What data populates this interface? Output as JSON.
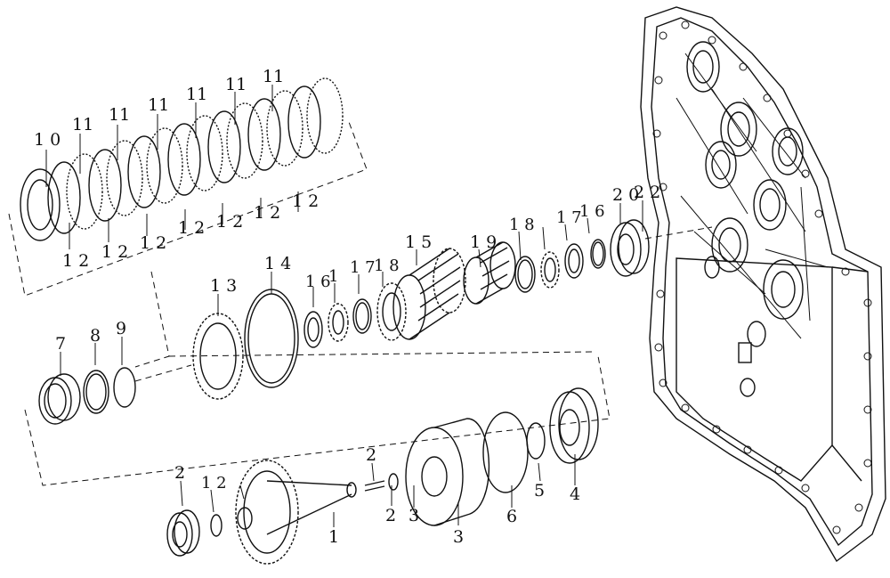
{
  "callouts": {
    "c_1_0": "1 0",
    "c_11_a": "11",
    "c_11_b": "11",
    "c_11_c": "11",
    "c_11_d": "11",
    "c_11_e": "11",
    "c_11_f": "11",
    "c_1_2_a": "1 2",
    "c_1_2_b": "1 2",
    "c_1_2_c": "1 2",
    "c_1_2_d": "1 2",
    "c_1_2_e": "1 2",
    "c_1_2_f": "1 2",
    "c_1_2_g": "1 2",
    "c_1_3": "1 3",
    "c_1_4": "1 4",
    "c_1_6": "1 6",
    "c_1_7": "1 7",
    "c_1_8_mid": "1 8",
    "c_1_5": "1 5",
    "c_1_9": "1 9",
    "c_1_8_right": "1 8",
    "c_1_7_right": "1 7",
    "c_1_6_right": "1 6",
    "c_2_0": "2 0",
    "c_2_2": "2 2",
    "c_7": "7",
    "c_8": "8",
    "c_9": "9",
    "c_2_left": "2",
    "c_1_2_low": "1 2",
    "c_2_pin": "2",
    "c_2_lowmid": "2",
    "c_3_a": "3",
    "c_3_b": "3",
    "c_1": "1",
    "c_6": "6",
    "c_5": "5",
    "c_4": "4"
  }
}
